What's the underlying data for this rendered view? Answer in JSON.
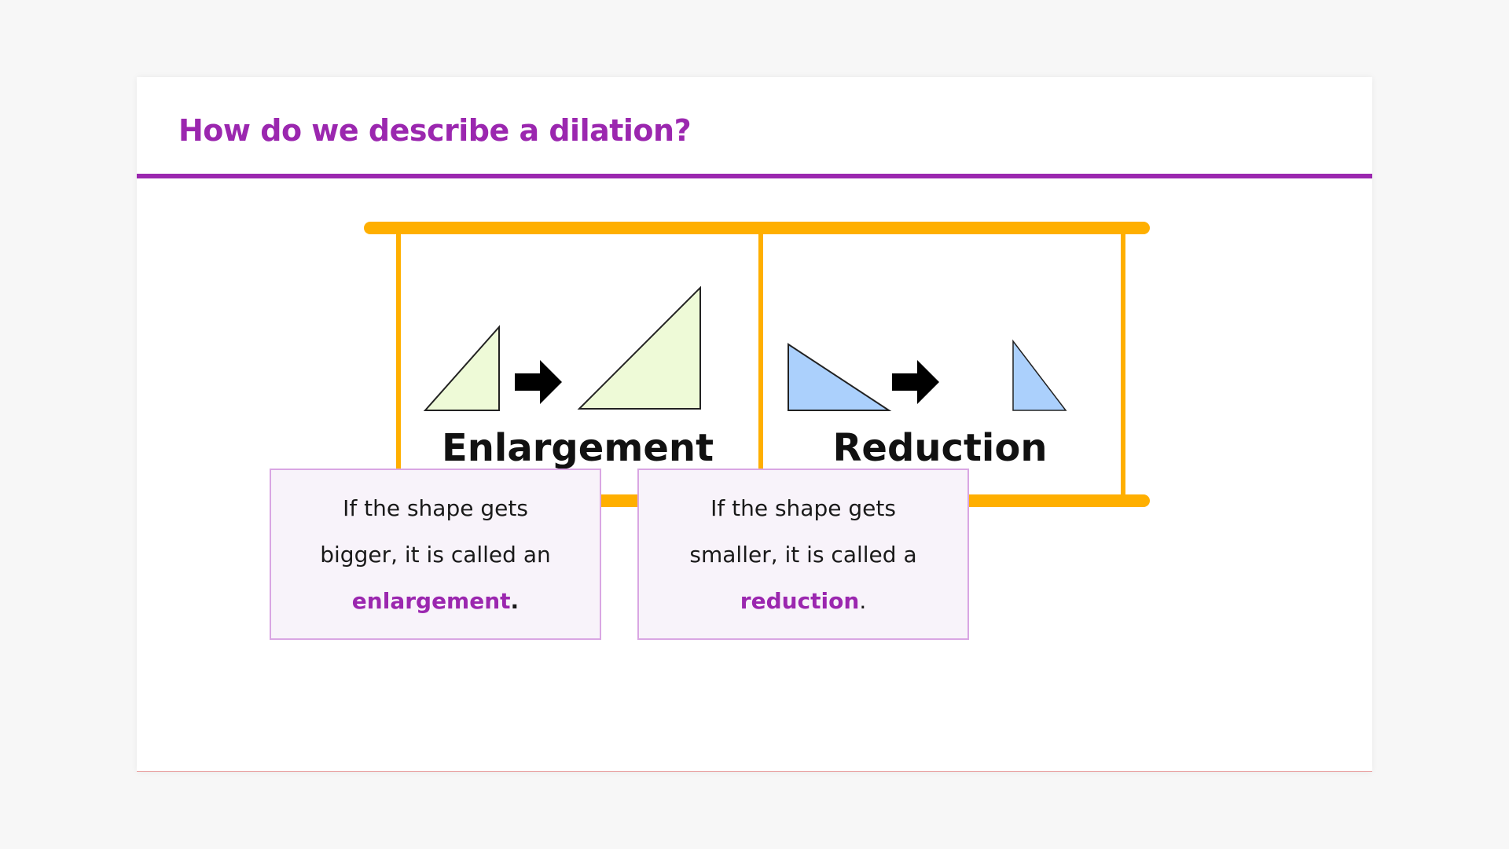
{
  "slide": {
    "title": "How do we describe a dilation?"
  },
  "diagram": {
    "enlargement_label": "Enlargement",
    "reduction_label": "Reduction",
    "colors": {
      "frame": "#ffaf00",
      "enlargement_triangle": "#eefad7",
      "reduction_triangle": "#abd0fc",
      "arrow": "#000000",
      "accent": "#9b27af"
    }
  },
  "boxes": {
    "enlargement": {
      "text": "If the shape gets bigger, it is called an",
      "keyword": "enlargement",
      "end": "."
    },
    "reduction": {
      "text": "If the shape gets smaller, it is called a",
      "keyword": "reduction",
      "end": "."
    }
  }
}
